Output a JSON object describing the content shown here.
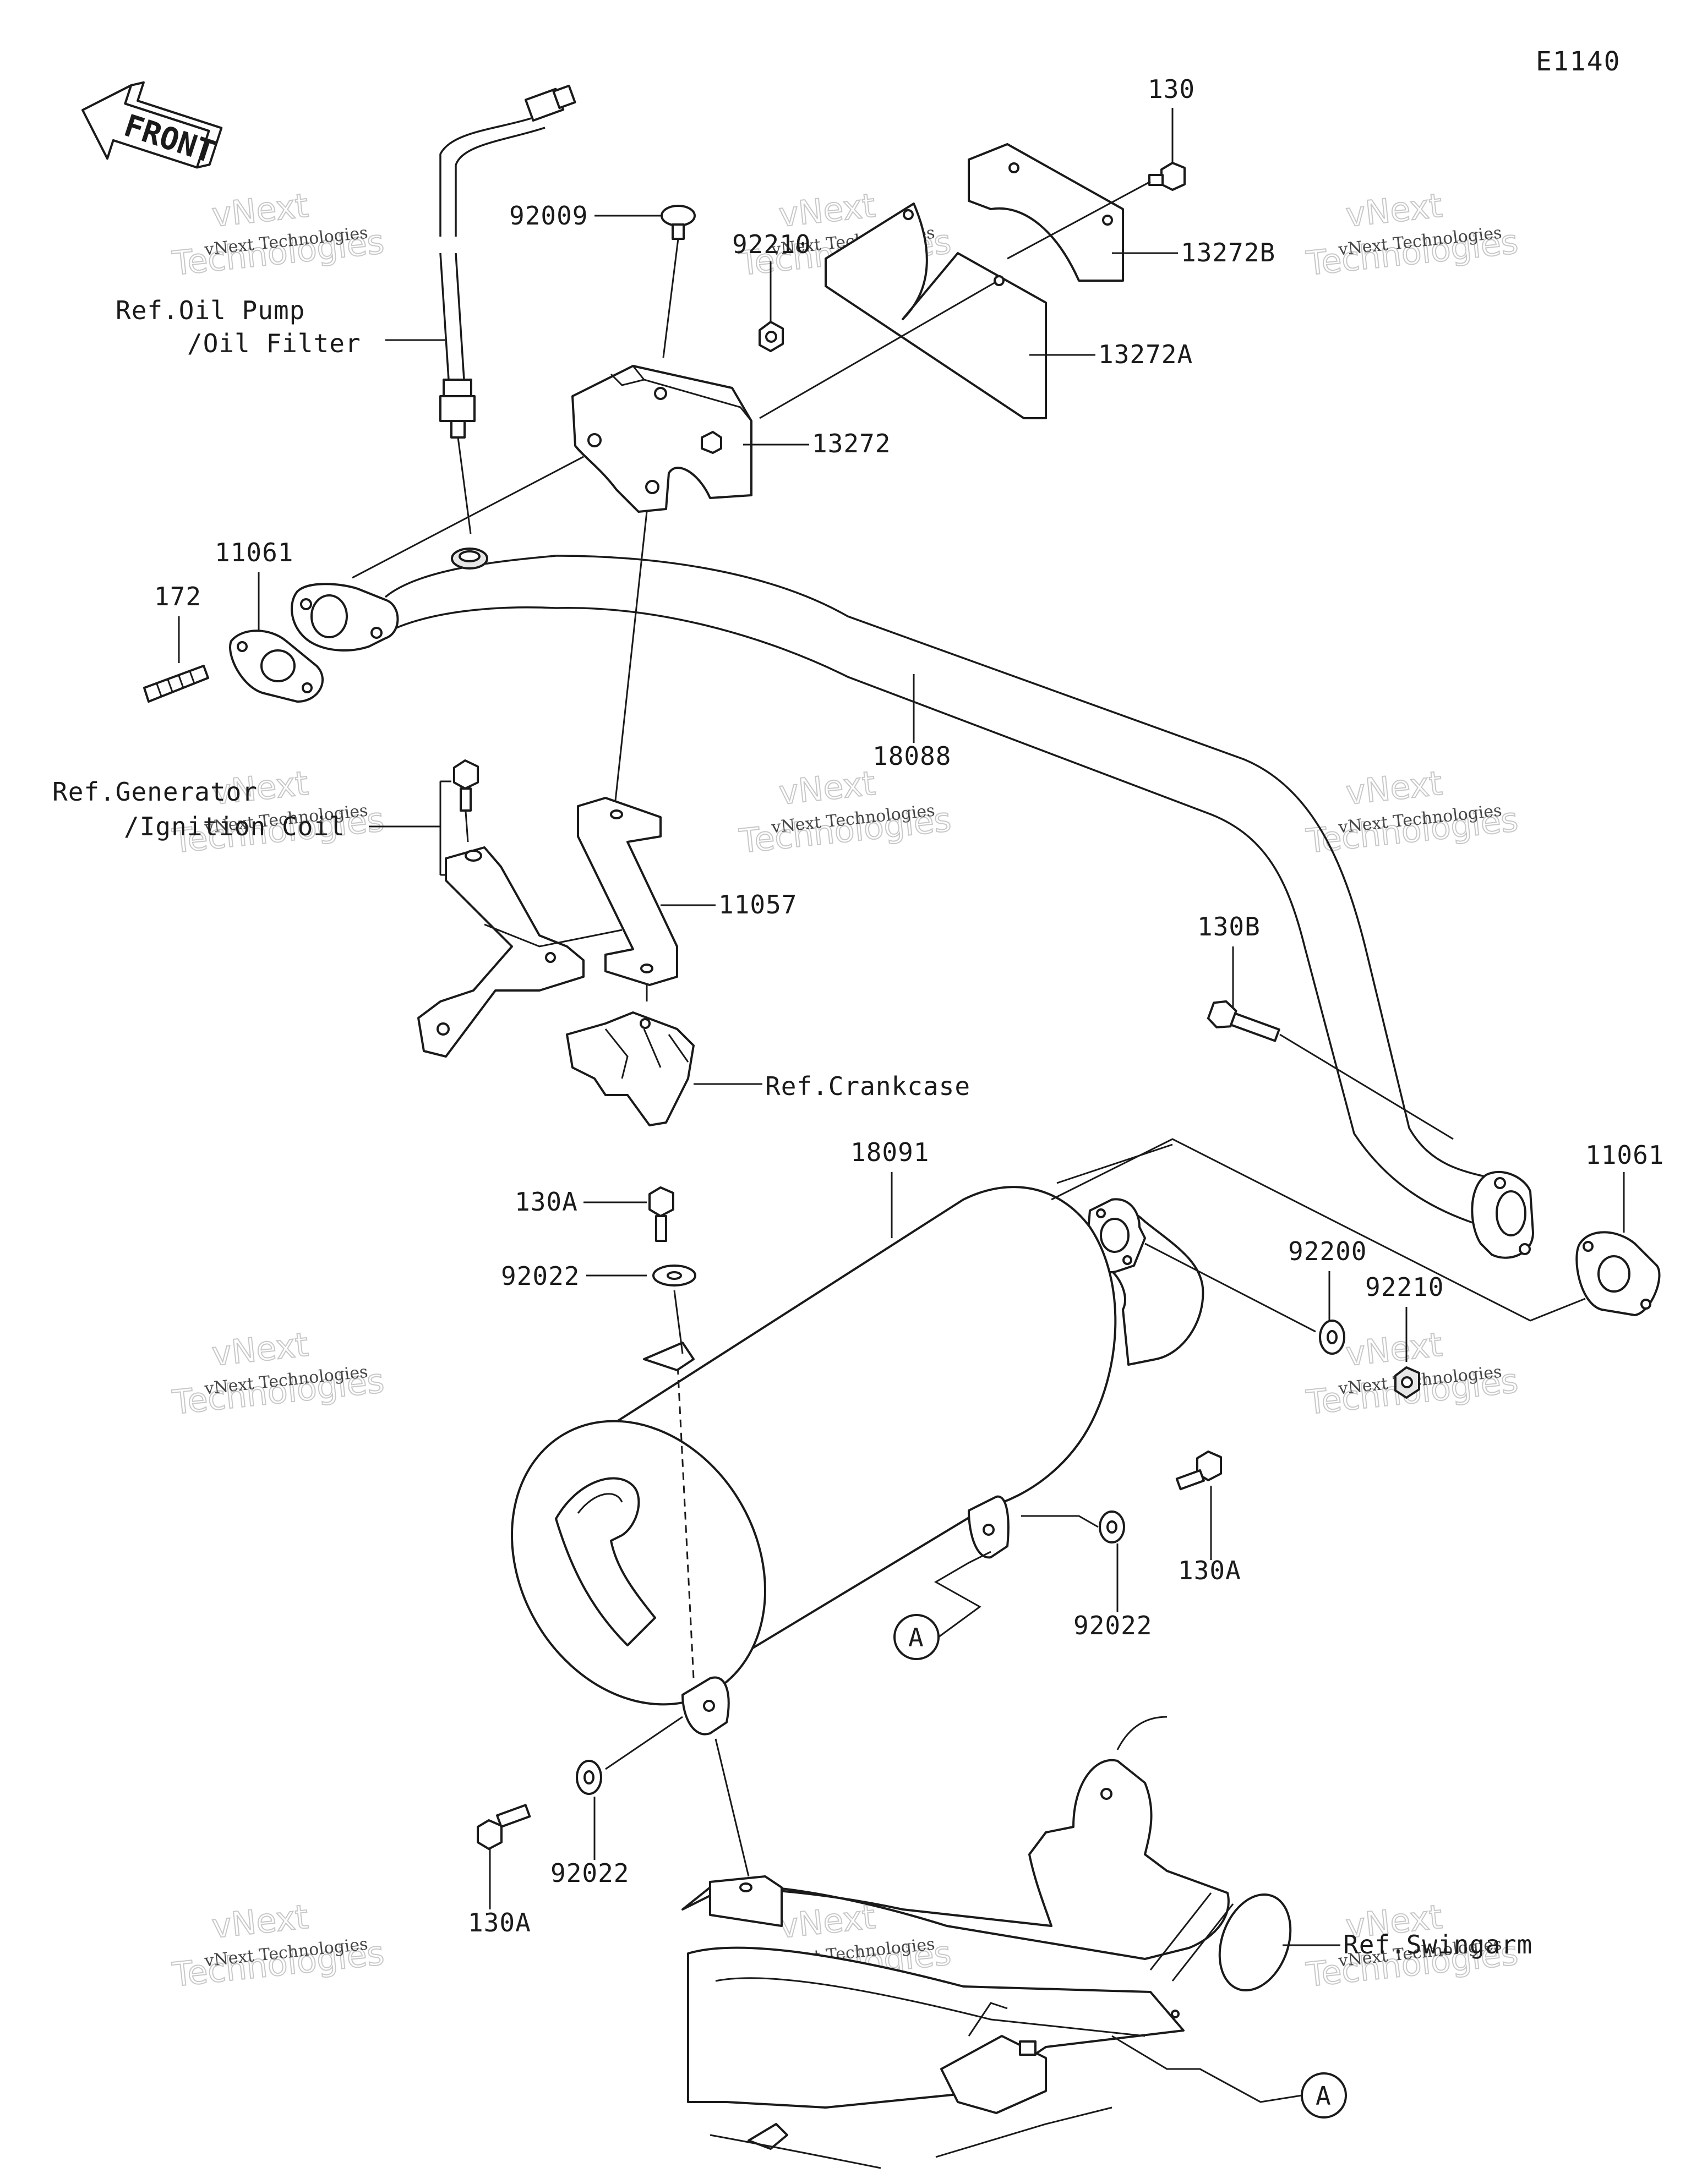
{
  "diagram_code": "E1140",
  "front_label": "FRONT",
  "callout": "A",
  "parts": {
    "p130": "130",
    "p92009": "92009",
    "p92210_top": "92210",
    "p13272B": "13272B",
    "p13272A": "13272A",
    "p13272": "13272",
    "p11061_left": "11061",
    "p172": "172",
    "p18088": "18088",
    "p11057": "11057",
    "p130B": "130B",
    "p18091": "18091",
    "p130A_top": "130A",
    "p92022_top": "92022",
    "p11061_right": "11061",
    "p92200": "92200",
    "p92210_right": "92210",
    "p130A_right": "130A",
    "p92022_right": "92022",
    "p92022_bottom": "92022",
    "p130A_bottom": "130A"
  },
  "refs": {
    "oil_pump_line1": "Ref.Oil Pump",
    "oil_pump_line2": "/Oil Filter",
    "generator_line1": "Ref.Generator",
    "generator_line2": "/Ignition Coil",
    "crankcase": "Ref.Crankcase",
    "swingarm": "Ref.Swingarm"
  },
  "watermark": {
    "small": "vNext Technologies",
    "brand_top": "vNext",
    "brand_bottom": "Technologies"
  }
}
